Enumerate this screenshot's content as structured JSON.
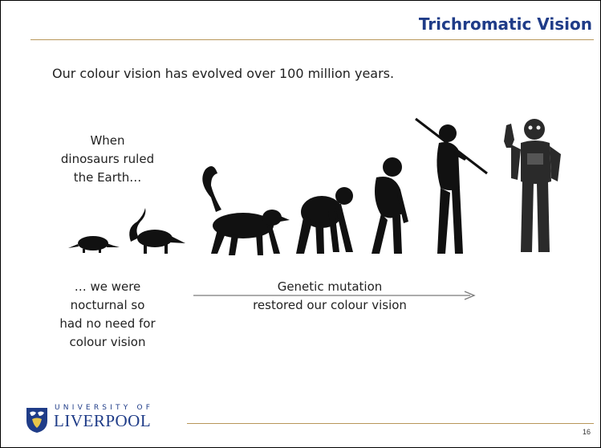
{
  "slide": {
    "title": "Trichromatic Vision",
    "intro": "Our colour vision has evolved over 100 million years.",
    "caption_dinosaurs": [
      "When",
      "dinosaurs ruled",
      "the Earth…"
    ],
    "caption_nocturnal": [
      "… we were",
      "nocturnal so",
      "had no need for",
      "colour vision"
    ],
    "caption_mutation": [
      "Genetic mutation",
      "restored our colour vision"
    ],
    "page_number": "16"
  },
  "logo": {
    "small_text": "UNIVERSITY OF",
    "big_text": "LIVERPOOL"
  },
  "colors": {
    "title": "#1f3c88",
    "rule": "#b8975a",
    "silhouette": "#111111",
    "robot": "#2a2a2a"
  },
  "icons": [
    "shrew-silhouette",
    "tree-shrew-silhouette",
    "lemur-silhouette",
    "chimpanzee-silhouette",
    "early-hominid-silhouette",
    "human-with-spear-silhouette",
    "robot-figure",
    "university-crest"
  ]
}
